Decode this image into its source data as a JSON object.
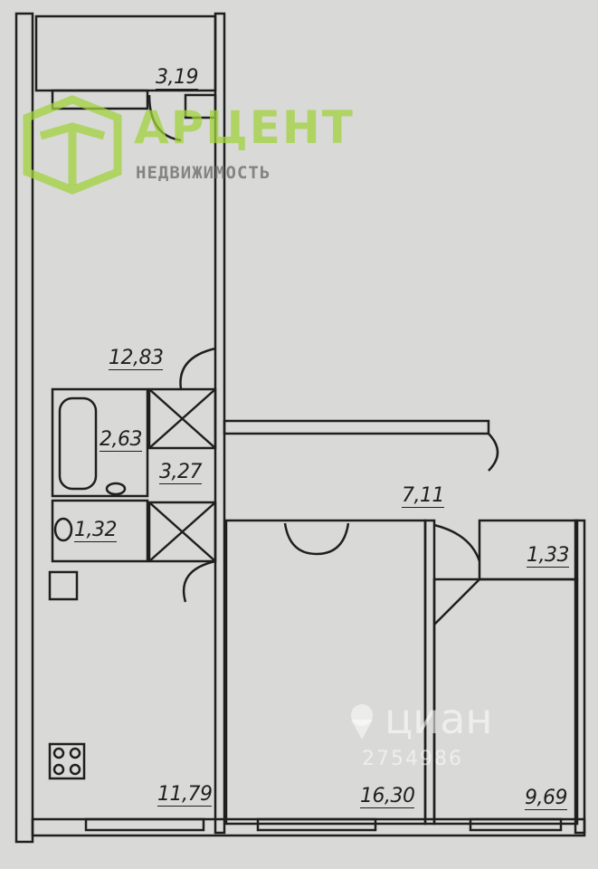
{
  "plan": {
    "areas": {
      "balcony": "3,19",
      "room_top": "12,83",
      "bathroom": "2,63",
      "corridor": "3,27",
      "toilet": "1,32",
      "hall": "7,11",
      "storage": "1,33",
      "kitchen": "11,79",
      "room_middle": "16,30",
      "room_right": "9,69"
    }
  },
  "watermarks": {
    "agency_name": "АРЦЕНТ",
    "agency_subtitle": "НЕДВИЖИМОСТЬ",
    "portal_name": "циан",
    "listing_id": "2754986"
  },
  "colors": {
    "logo_green": "#a0d23c",
    "wall": "#1f1f1f",
    "paper": "#d9d9d7"
  }
}
